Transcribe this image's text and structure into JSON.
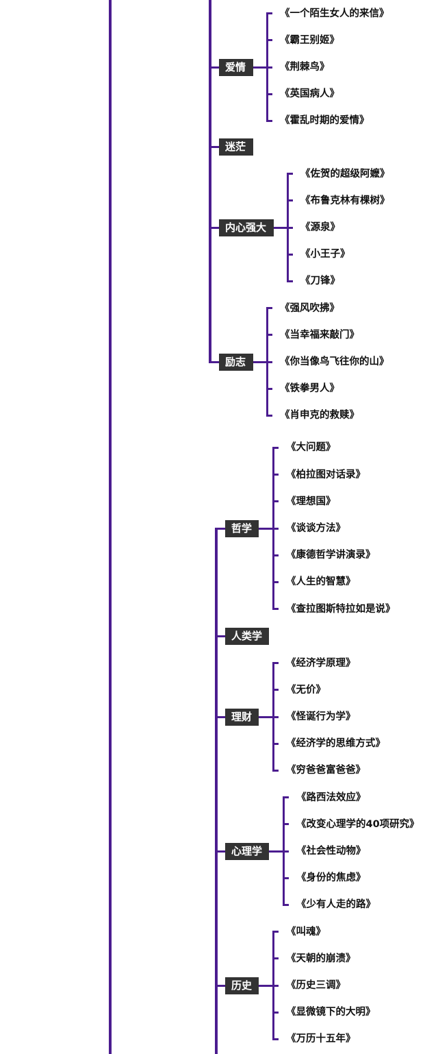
{
  "colors": {
    "line": "#4b1c8f",
    "node_bg": "#333333",
    "node_text": "#ffffff",
    "book_text": "#111111"
  },
  "groups": [
    {
      "categories": [
        {
          "label": "爱情",
          "books": [
            "《一个陌生女人的来信》",
            "《霸王别姬》",
            "《荆棘鸟》",
            "《英国病人》",
            "《霍乱时期的爱情》"
          ]
        },
        {
          "label": "迷茫",
          "books": []
        },
        {
          "label": "内心强大",
          "books": [
            "《佐贺的超级阿嬷》",
            "《布鲁克林有棵树》",
            "《源泉》",
            "《小王子》",
            "《刀锋》"
          ]
        },
        {
          "label": "励志",
          "books": [
            "《强风吹拂》",
            "《当幸福来敲门》",
            "《你当像鸟飞往你的山》",
            "《铁拳男人》",
            "《肖申克的救赎》"
          ]
        }
      ]
    },
    {
      "categories": [
        {
          "label": "哲学",
          "books": [
            "《大问题》",
            "《柏拉图对话录》",
            "《理想国》",
            "《谈谈方法》",
            "《康德哲学讲演录》",
            "《人生的智慧》",
            "《查拉图斯特拉如是说》"
          ]
        },
        {
          "label": "人类学",
          "books": []
        },
        {
          "label": "理财",
          "books": [
            "《经济学原理》",
            "《无价》",
            "《怪诞行为学》",
            "《经济学的思维方式》",
            "《穷爸爸富爸爸》"
          ]
        },
        {
          "label": "心理学",
          "books": [
            "《路西法效应》",
            "《改变心理学的40项研究》",
            "《社会性动物》",
            "《身份的焦虑》",
            "《少有人走的路》"
          ]
        },
        {
          "label": "历史",
          "books": [
            "《叫魂》",
            "《天朝的崩溃》",
            "《历史三调》",
            "《显微镜下的大明》",
            "《万历十五年》"
          ]
        }
      ]
    }
  ]
}
